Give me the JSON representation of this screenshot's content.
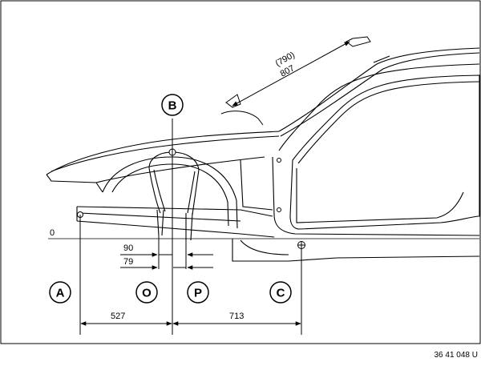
{
  "diagram": {
    "reference_points": [
      {
        "id": "A",
        "label": "A"
      },
      {
        "id": "B",
        "label": "B"
      },
      {
        "id": "O",
        "label": "O"
      },
      {
        "id": "P",
        "label": "P"
      },
      {
        "id": "C",
        "label": "C"
      }
    ],
    "dimensions": {
      "diag_top": "(790)",
      "diag_bottom": "807",
      "dim_90": "90",
      "dim_79": "79",
      "dim_527": "527",
      "dim_713": "713",
      "zero_line": "0"
    },
    "figure_code": "36 41 048 U"
  }
}
